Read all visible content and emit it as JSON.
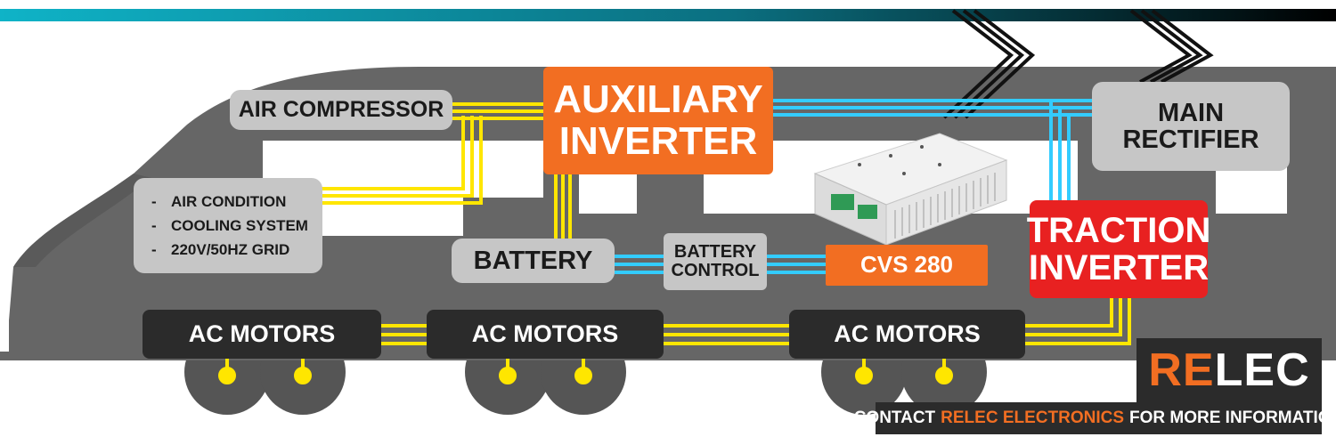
{
  "colors": {
    "power_line": "#ffe600",
    "control_line": "#33ccff",
    "train_body": "#666666",
    "accent_orange": "#f26e22",
    "accent_red": "#e82121",
    "dark_panel": "#2b2b2b",
    "grey_box": "#c6c6c6"
  },
  "components": {
    "air_compressor": "AIR COMPRESSOR",
    "auxiliary_inverter": [
      "AUXILIARY",
      "INVERTER"
    ],
    "main_rectifier": [
      "MAIN",
      "RECTIFIER"
    ],
    "loads": [
      "AIR CONDITION",
      "COOLING SYSTEM",
      "220V/50HZ GRID"
    ],
    "battery": "BATTERY",
    "battery_control": [
      "BATTERY",
      "CONTROL"
    ],
    "cvs": "CVS 280",
    "traction_inverter": [
      "TRACTION",
      "INVERTER"
    ],
    "motors": [
      "AC MOTORS",
      "AC MOTORS",
      "AC MOTORS"
    ]
  },
  "list_dash": "-",
  "brand": {
    "logo_re": "RE",
    "logo_lec": "LEC"
  },
  "footer": {
    "prefix": "CONTACT",
    "highlight": "RELEC ELECTRONICS",
    "suffix": "FOR MORE INFORMATION"
  },
  "icons": [
    "pantograph-icon",
    "wheel-icon",
    "power-supply-device-icon"
  ]
}
